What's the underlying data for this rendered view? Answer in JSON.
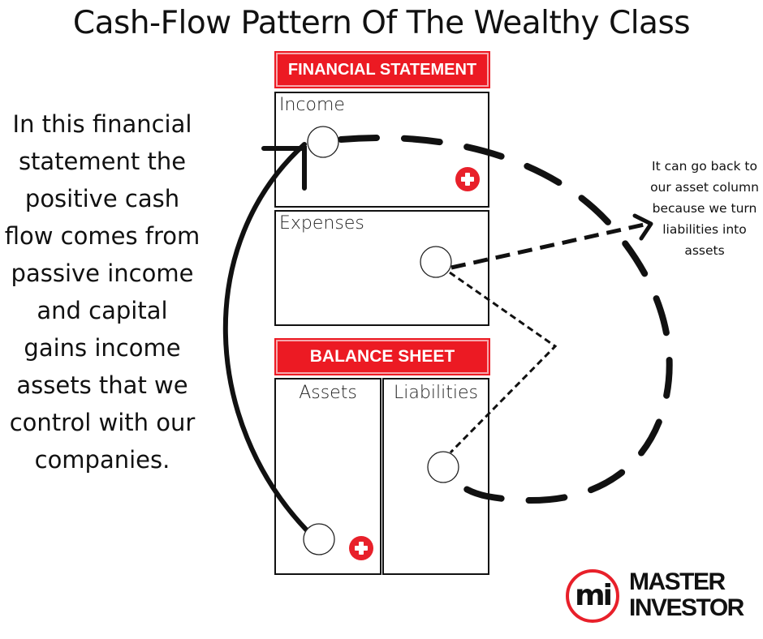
{
  "title": "Cash-Flow Pattern Of The Wealthy Class",
  "explanation": "In this financial statement the positive cash flow comes from passive income and capital gains income assets that we control with our companies.",
  "note": "It can go back to our asset column because we turn liabilities into assets",
  "financial_statement": {
    "header": "FINANCIAL STATEMENT",
    "sections": [
      {
        "label": "Income",
        "has_plus_badge": true
      },
      {
        "label": "Expenses",
        "has_plus_badge": false
      }
    ]
  },
  "balance_sheet": {
    "header": "BALANCE SHEET",
    "columns": [
      {
        "label": "Assets",
        "has_plus_badge": true
      },
      {
        "label": "Liabilities",
        "has_plus_badge": false
      }
    ]
  },
  "flows": [
    {
      "from": "Assets",
      "to": "Income",
      "style": "solid-arrow"
    },
    {
      "from": "Income",
      "to": "Liabilities",
      "style": "thick-dashed-loop"
    },
    {
      "from": "Expenses",
      "to": "note",
      "style": "dashed-arrow"
    },
    {
      "from": "Expenses",
      "to": "Liabilities",
      "style": "thin-dashed"
    }
  ],
  "colors": {
    "accent": "#ec1a23",
    "ink": "#111111",
    "background": "#ffffff"
  },
  "logo": {
    "mark": "mi",
    "line1": "MASTER",
    "line2": "INVESTOR"
  }
}
